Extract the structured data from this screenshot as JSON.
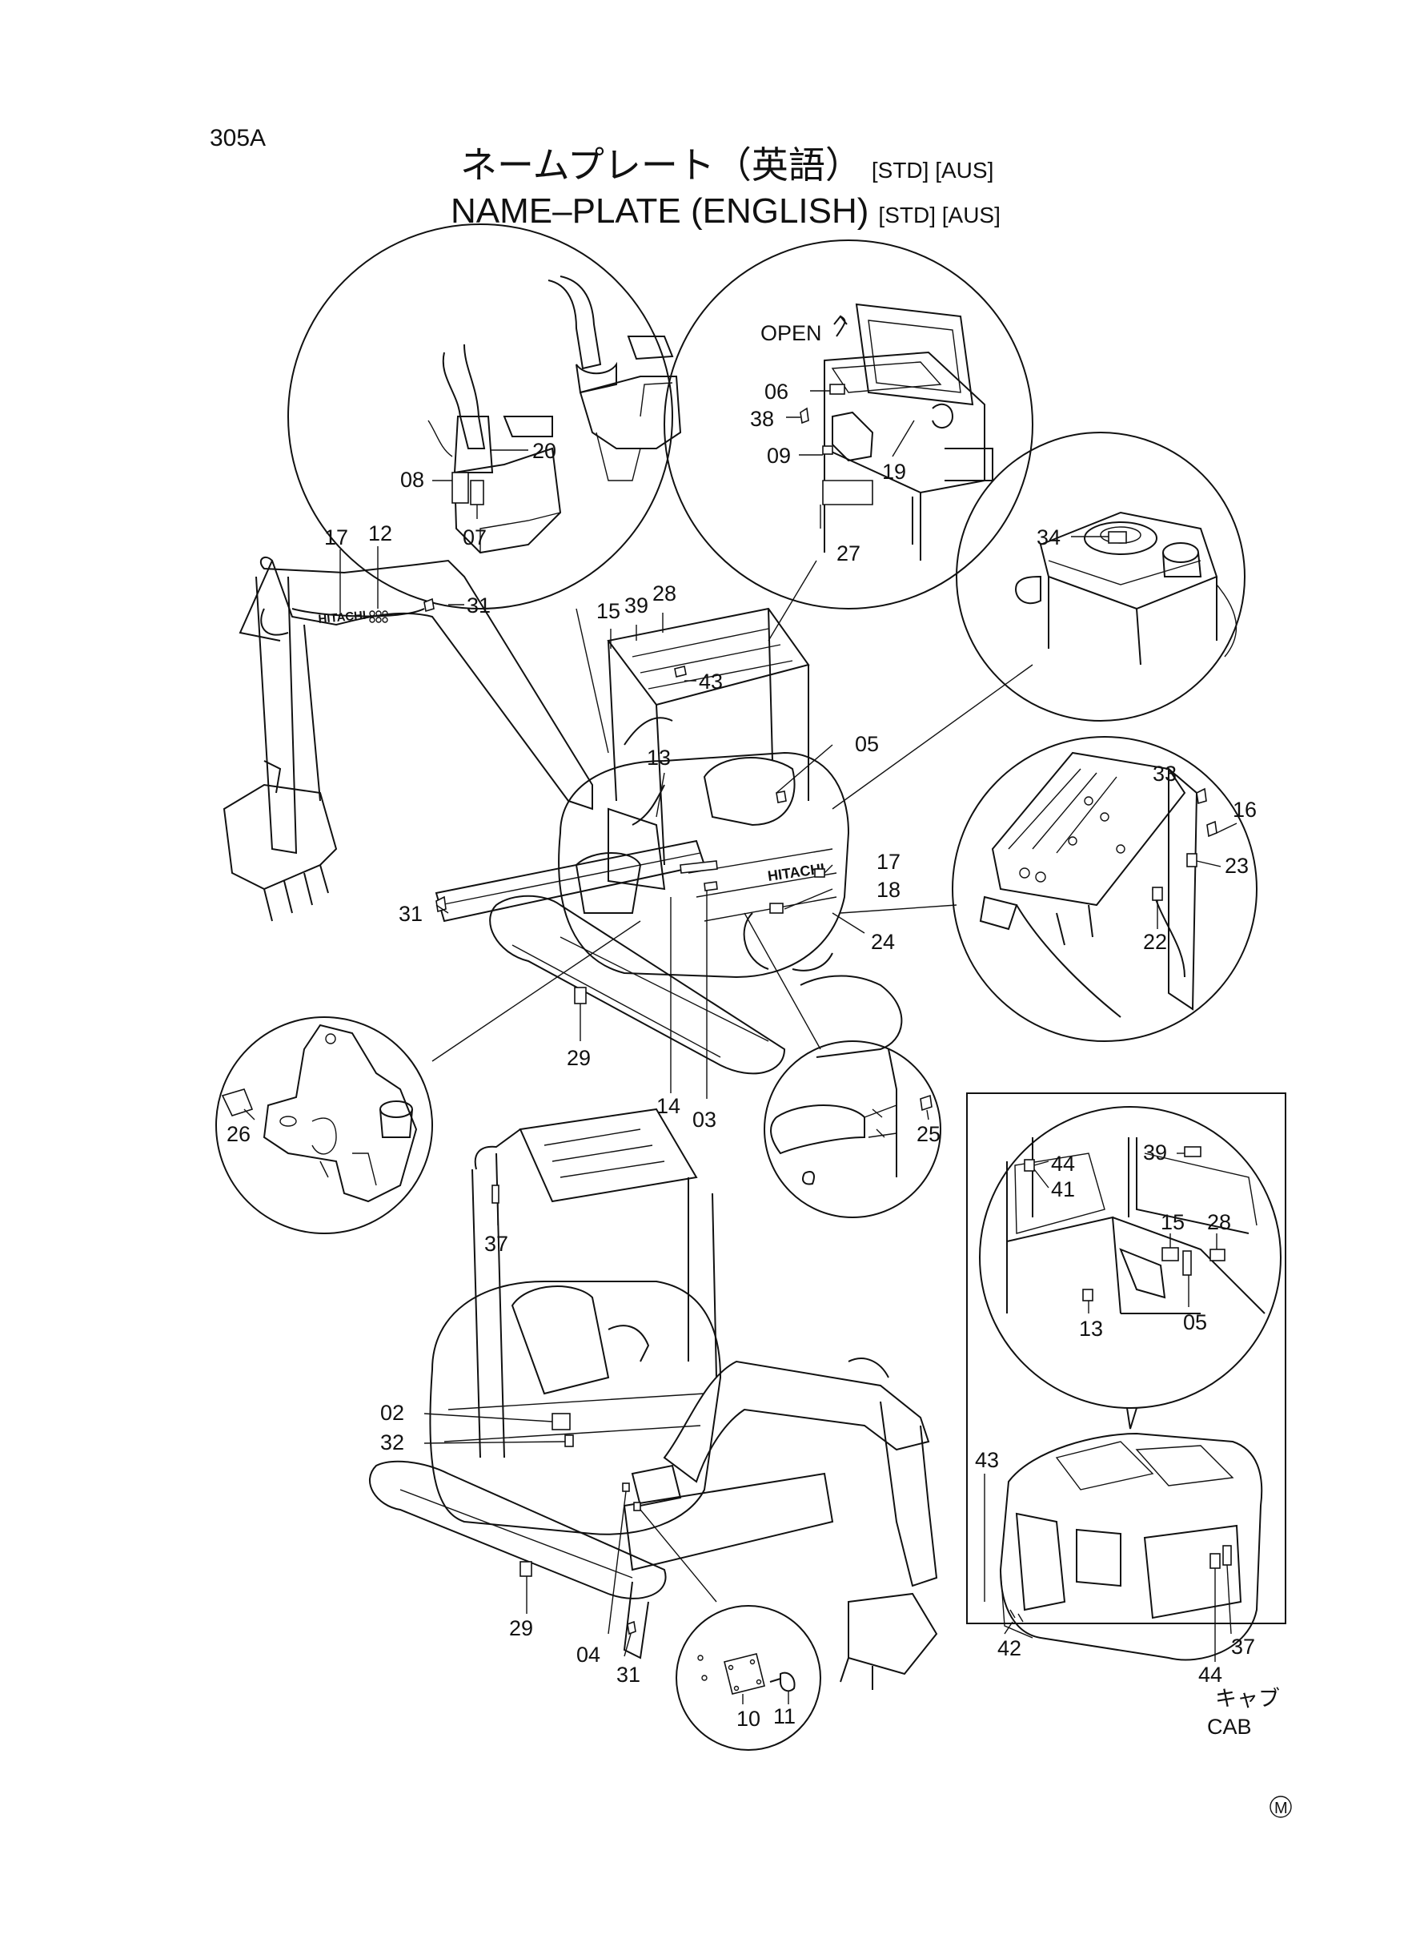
{
  "page_code": "305A",
  "title_jp": "ネームプレート（英語）",
  "title_jp_tags": "[STD] [AUS]",
  "title_en": "NAME–PLATE (ENGLISH)",
  "title_en_tags": "[STD] [AUS]",
  "brand_boom": "HITACHI",
  "brand_body": "HITACHI",
  "open_label": "OPEN",
  "cab_label_jp": "キャブ",
  "cab_label_en": "CAB",
  "mark": "M",
  "callouts": {
    "c20": "20",
    "c08": "08",
    "c07": "07",
    "c06": "06",
    "c38": "38",
    "c09": "09",
    "c19": "19",
    "c27": "27",
    "c34": "34",
    "c17a": "17",
    "c12": "12",
    "c31a": "31",
    "c15a": "15",
    "c39a": "39",
    "c28a": "28",
    "c43a": "43",
    "c13a": "13",
    "c05a": "05",
    "c17b": "17",
    "c18": "18",
    "c24": "24",
    "c31b": "31",
    "c29a": "29",
    "c14": "14",
    "c03": "03",
    "c33": "33",
    "c16": "16",
    "c23": "23",
    "c22": "22",
    "c26": "26",
    "c25": "25",
    "c44a": "44",
    "c41": "41",
    "c39b": "39",
    "c15b": "15",
    "c28b": "28",
    "c05b": "05",
    "c13b": "13",
    "c43b": "43",
    "c42": "42",
    "c44b": "44",
    "c37b": "37",
    "c37a": "37",
    "c02": "02",
    "c32": "32",
    "c29b": "29",
    "c04": "04",
    "c31c": "31",
    "c10": "10",
    "c11": "11"
  }
}
